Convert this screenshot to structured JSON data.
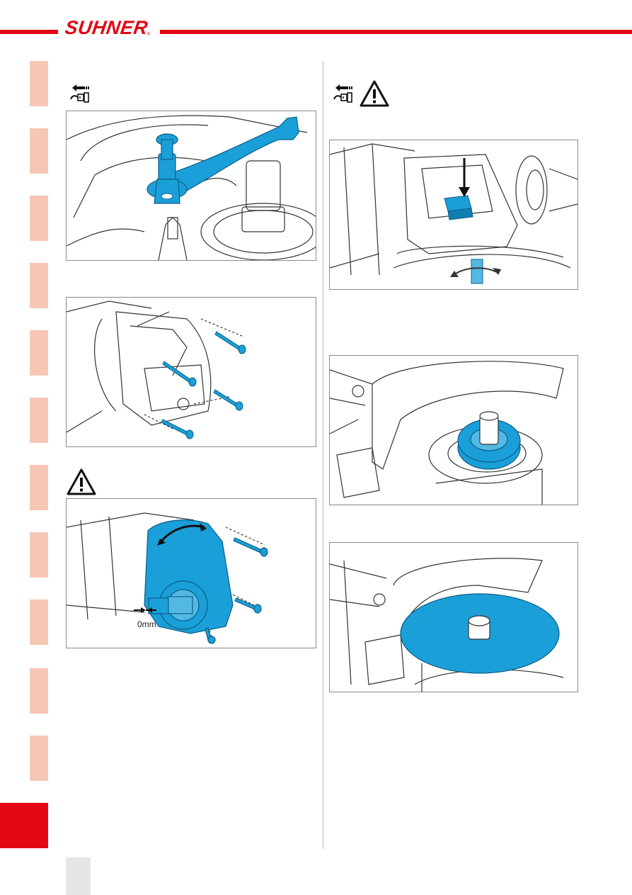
{
  "header": {
    "brand": "SUHNER",
    "colors": {
      "brand_red": "#e30613",
      "tab_peach": "#f6c7b5",
      "tool_blue": "#1a9fd8"
    }
  },
  "side_tabs": {
    "count": 11,
    "active": 12
  },
  "icons": {
    "unplug": "unplug-icon",
    "warning": "warning-triangle-icon"
  },
  "figures": {
    "fig3": {
      "dimension_label": "0mm"
    }
  }
}
